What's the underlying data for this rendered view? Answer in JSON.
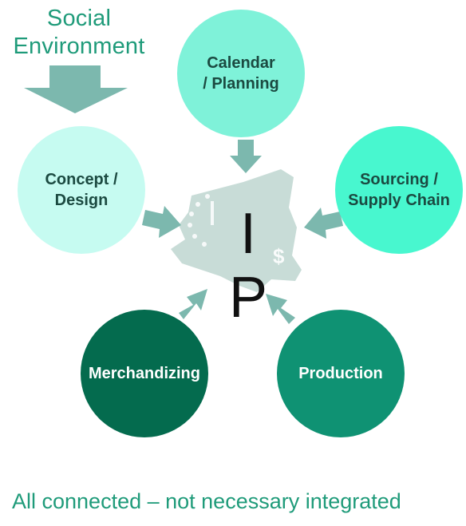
{
  "header": {
    "social_environment": "Social\nEnvironment"
  },
  "nodes": {
    "calendar": "Calendar\n/ Planning",
    "concept": "Concept /\nDesign",
    "sourcing": "Sourcing /\nSupply Chain",
    "merchandizing": "Merchandizing",
    "production": "Production"
  },
  "center": {
    "label": "I P"
  },
  "footer": {
    "text": "All connected – not necessary integrated"
  },
  "colors": {
    "arrow": "#7cb8ae",
    "calendar": "#7ff2d9",
    "concept": "#c6fbf1",
    "sourcing": "#48f7cf",
    "merchandizing": "#046b4e",
    "production": "#0f9273",
    "accent_text": "#1f9b7a",
    "center_shape": "#c8dcd7"
  }
}
